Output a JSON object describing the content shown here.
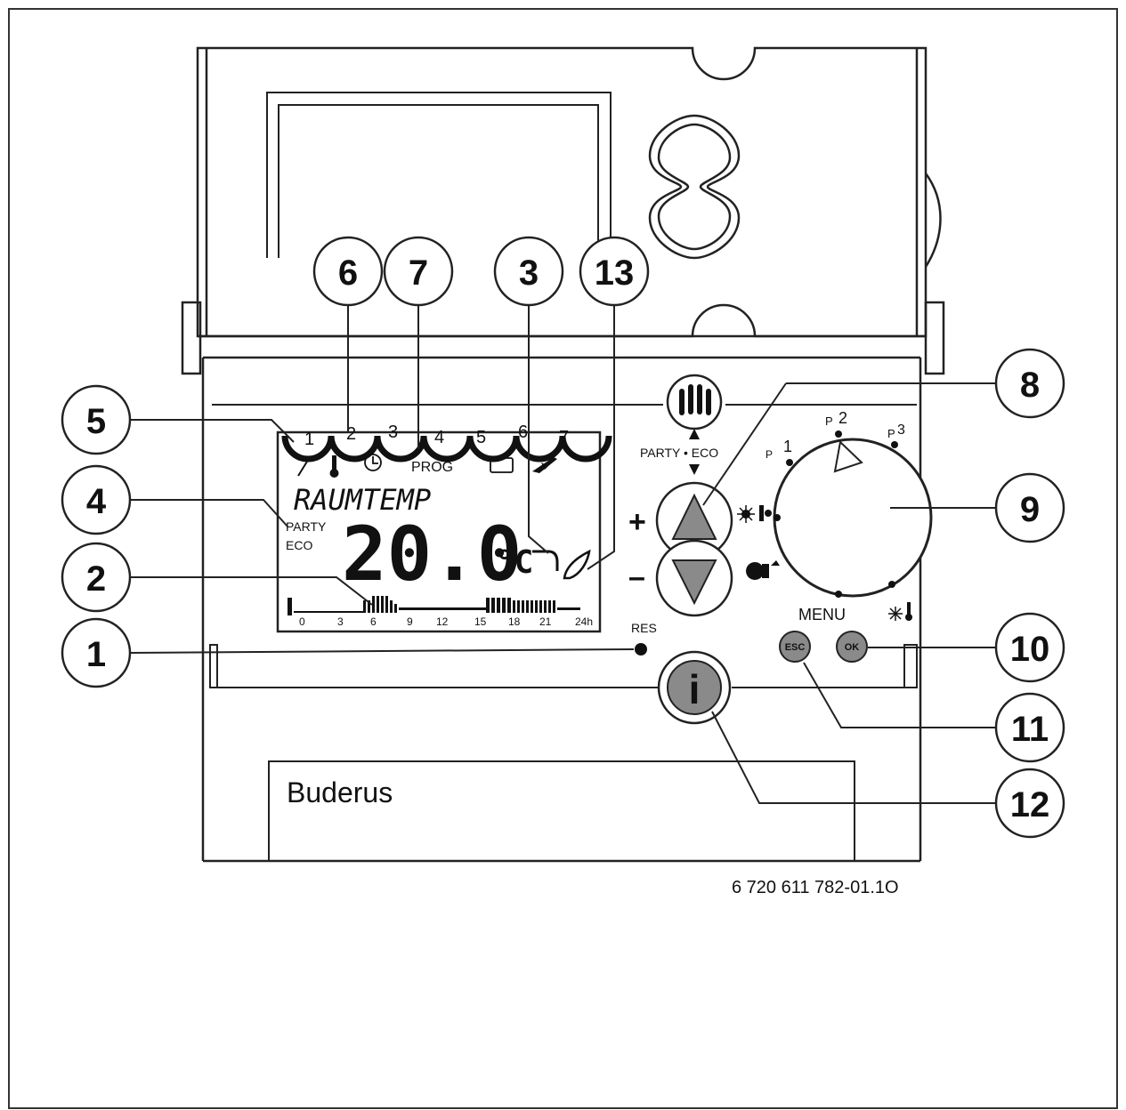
{
  "brand": "Buderus",
  "part_number": "6 720 611 782-01.1O",
  "lcd": {
    "days": [
      "1",
      "2",
      "3",
      "4",
      "5",
      "6",
      "7"
    ],
    "prog_label": "PROG",
    "status_text": "RAUMTEMP",
    "mode_party": "PARTY",
    "mode_eco": "ECO",
    "temperature": "20.0",
    "unit": "°C",
    "timeline_ticks": [
      "0",
      "3",
      "6",
      "9",
      "12",
      "15",
      "18",
      "21",
      "24h"
    ]
  },
  "controls": {
    "party_eco_label": "PARTY • ECO",
    "plus": "+",
    "minus": "–",
    "menu_label": "MENU",
    "esc_label": "ESC",
    "ok_label": "OK",
    "res_label": "RES",
    "info_label": "i",
    "dial_positions": {
      "p1": "P",
      "p1n": "1",
      "p2": "P",
      "p2n": "2",
      "p3": "P",
      "p3n": "3"
    }
  },
  "callouts": [
    "1",
    "2",
    "3",
    "4",
    "5",
    "6",
    "7",
    "8",
    "9",
    "10",
    "11",
    "12",
    "13"
  ],
  "colors": {
    "line": "#222222",
    "button_fill": "#8a8a8a",
    "button_light": "#b5b5b5"
  }
}
